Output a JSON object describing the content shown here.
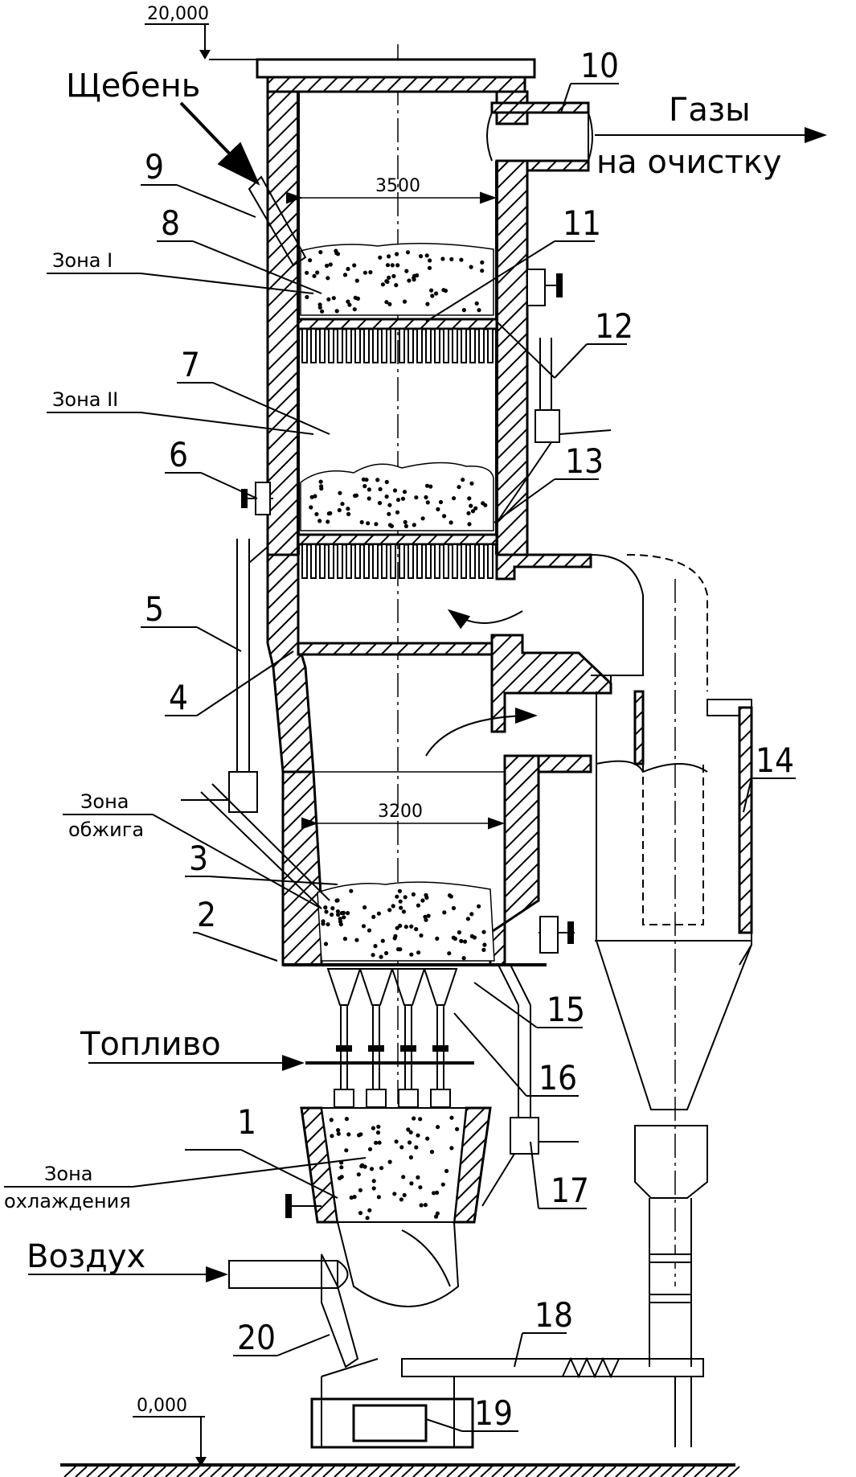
{
  "labels": {
    "gravel": "Щебень",
    "gases_line1": "Газы",
    "gases_line2": "на очистку",
    "fuel": "Топливо",
    "air": "Воздух"
  },
  "zones": {
    "zone1": "Зона I",
    "zone2": "Зона II",
    "firing_line1": "Зона",
    "firing_line2": "обжига",
    "cooling_line1": "Зона",
    "cooling_line2": "охлаждения"
  },
  "dimensions": {
    "width_top": "3500",
    "width_bottom": "3200"
  },
  "levels": {
    "top": "20,000",
    "ground": "0,000"
  },
  "callouts": [
    "1",
    "2",
    "3",
    "4",
    "5",
    "6",
    "7",
    "8",
    "9",
    "10",
    "11",
    "12",
    "13",
    "14",
    "15",
    "16",
    "17",
    "18",
    "19",
    "20"
  ]
}
